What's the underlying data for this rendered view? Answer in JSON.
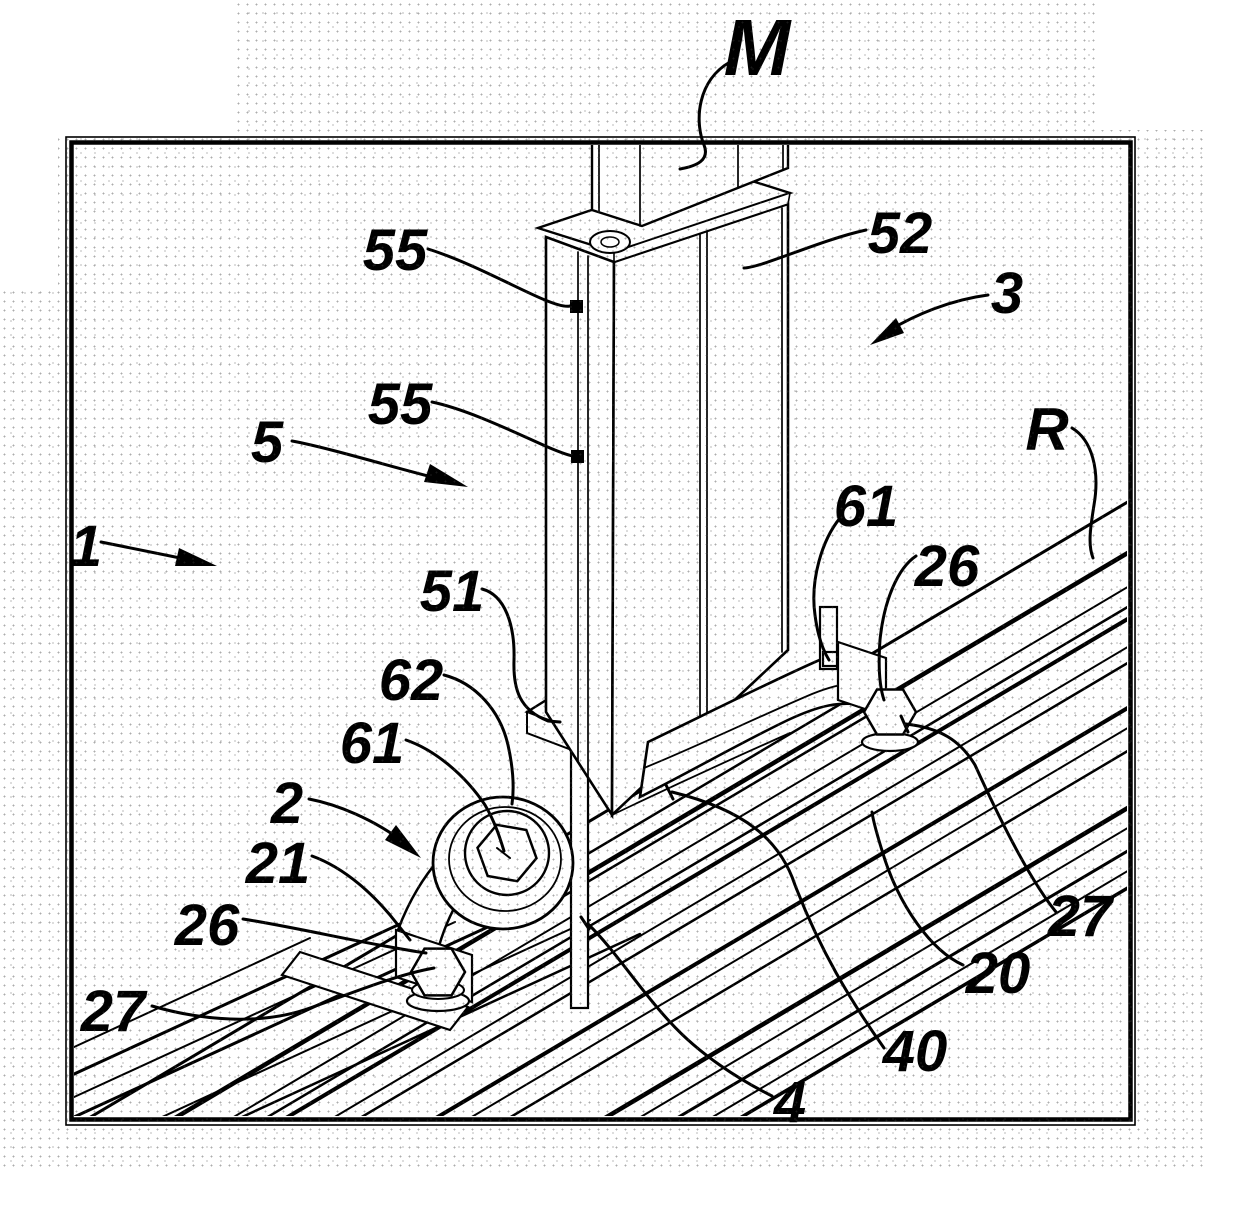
{
  "figure": {
    "kind": "patent-technical-line-drawing",
    "description": "Isometric detail view of a mast mounting assembly: a vertical post with inner mast clamped by a cast bracket onto a rail of a standing-seam roof",
    "line_color": "#000000",
    "background_color": "#ffffff"
  },
  "labels": {
    "mast_M": "M",
    "rail_R": "R",
    "assembly_1": "1",
    "bracket_2": "2",
    "roof_3": "3",
    "sheet_4": "4",
    "post_5": "5",
    "rib_20": "20",
    "bolt_21": "21",
    "nut_26_left": "26",
    "nut_26_right": "26",
    "washer_27_left": "27",
    "washer_27_right": "27",
    "seam_40": "40",
    "flange_51": "51",
    "face_52": "52",
    "screw_55_upper": "55",
    "screw_55_lower": "55",
    "bolt_61_right": "61",
    "bolt_61_left": "61",
    "boss_62": "62"
  }
}
